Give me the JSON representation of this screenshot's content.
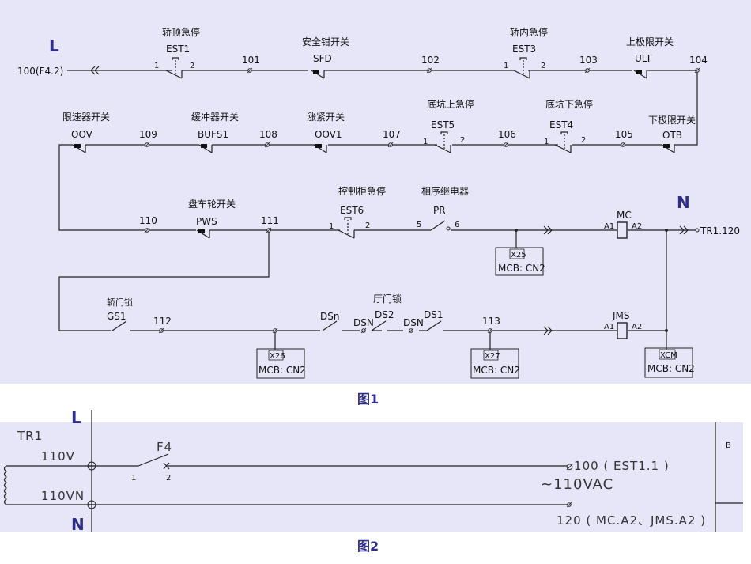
{
  "figure1": {
    "caption": "图1",
    "phase_L": "L",
    "phase_N": "N",
    "source": "100(F4.2)",
    "tr_ref": "TR1.120",
    "nodes": {
      "n101": "101",
      "n102": "102",
      "n103": "103",
      "n104": "104",
      "n105": "105",
      "n106": "106",
      "n107": "107",
      "n108": "108",
      "n109": "109",
      "n110": "110",
      "n111": "111",
      "n112": "112",
      "n113": "113"
    },
    "devices": {
      "est1": {
        "name": "轿顶急停",
        "tag": "EST1",
        "p1": "1",
        "p2": "2"
      },
      "sfd": {
        "name": "安全钳开关",
        "tag": "SFD"
      },
      "est3": {
        "name": "轿内急停",
        "tag": "EST3",
        "p1": "1",
        "p2": "2"
      },
      "ult": {
        "name": "上极限开关",
        "tag": "ULT"
      },
      "otb": {
        "name": "下极限开关",
        "tag": "OTB"
      },
      "est4": {
        "name": "底坑下急停",
        "tag": "EST4",
        "p1": "1",
        "p2": "2"
      },
      "est5": {
        "name": "底坑上急停",
        "tag": "EST5",
        "p1": "1",
        "p2": "2"
      },
      "oov1": {
        "name": "涨紧开关",
        "tag": "OOV1"
      },
      "bufs1": {
        "name": "缓冲器开关",
        "tag": "BUFS1"
      },
      "oov": {
        "name": "限速器开关",
        "tag": "OOV"
      },
      "pws": {
        "name": "盘车轮开关",
        "tag": "PWS"
      },
      "est6": {
        "name": "控制柜急停",
        "tag": "EST6",
        "p1": "1",
        "p2": "2"
      },
      "pr": {
        "name": "相序继电器",
        "tag": "PR",
        "p1": "5",
        "p2": "6"
      },
      "mc": {
        "tag": "MC",
        "a1": "A1",
        "a2": "A2"
      },
      "jms": {
        "tag": "JMS",
        "a1": "A1",
        "a2": "A2"
      },
      "gs1": {
        "name": "轿门锁",
        "tag": "GS1"
      },
      "hall_lock": "厅门锁",
      "dsn_label": "DSn",
      "ds2": {
        "pre": "DSN",
        "tag": "DS2"
      },
      "ds1": {
        "pre": "DSN",
        "tag": "DS1"
      }
    },
    "connectors": [
      {
        "id": "X25",
        "sub": "MCB: CN2"
      },
      {
        "id": "X26",
        "sub": "MCB: CN2"
      },
      {
        "id": "X27",
        "sub": "MCB: CN2"
      },
      {
        "id": "XCM",
        "sub": "MCB: CN2"
      }
    ]
  },
  "figure2": {
    "caption": "图2",
    "phase_L": "L",
    "phase_N": "N",
    "transformer": "TR1",
    "v1": "110V",
    "v2": "110VN",
    "fuse": {
      "tag": "F4",
      "p1": "1",
      "p2": "2"
    },
    "out1": "⌀100 ( EST1.1 )",
    "voltage": "~110VAC",
    "out2": "120 ( MC.A2、JMS.A2 )",
    "side_label": "B"
  }
}
